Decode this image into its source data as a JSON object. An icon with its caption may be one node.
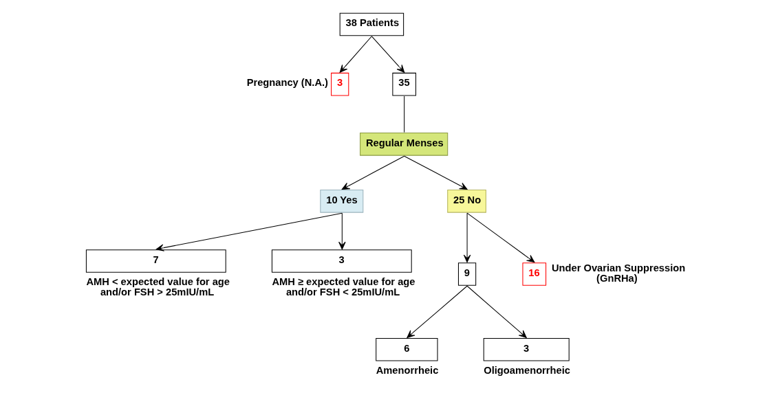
{
  "diagram": {
    "nodes": [
      {
        "text": [
          "38 Patients"
        ]
      },
      {
        "text": [
          "3"
        ],
        "beside": [
          "Pregnancy (N.A.)"
        ]
      },
      {
        "text": [
          "35"
        ]
      },
      {
        "text": [
          "Regular Menses"
        ]
      },
      {
        "text": [
          "10 Yes"
        ]
      },
      {
        "text": [
          "25 No"
        ]
      },
      {
        "text": [
          "7"
        ],
        "beside": [
          "AMH < expected value for age and/or FSH > 25mIU/mL"
        ]
      },
      {
        "text": [
          "3"
        ],
        "beside": [
          "AMH ≥ expected value for age and/or FSH < 25mIU/mL"
        ]
      },
      {
        "text": [
          "9"
        ]
      },
      {
        "text": [
          "16"
        ],
        "beside": [
          "Under Ovarian Suppression (GnRHa)"
        ]
      },
      {
        "text": [
          "6"
        ],
        "beside": [
          "Amenorrheic"
        ]
      },
      {
        "text": [
          "3"
        ],
        "beside": [
          "Oligoamenorrheic"
        ]
      }
    ],
    "edges": [
      {
        "from": 0,
        "to": 1,
        "arrow": "to"
      },
      {
        "from": 0,
        "to": 2,
        "arrow": "to"
      },
      {
        "from": 2,
        "to": 3,
        "arrow": "none"
      },
      {
        "from": 3,
        "to": 4,
        "arrow": "to"
      },
      {
        "from": 3,
        "to": 5,
        "arrow": "to"
      },
      {
        "from": 4,
        "to": 6,
        "arrow": "to"
      },
      {
        "from": 4,
        "to": 7,
        "arrow": "to"
      },
      {
        "from": 5,
        "to": 8,
        "arrow": "to"
      },
      {
        "from": 5,
        "to": 9,
        "arrow": "to"
      },
      {
        "from": 8,
        "to": 10,
        "arrow": "to"
      },
      {
        "from": 8,
        "to": 11,
        "arrow": "to"
      }
    ]
  }
}
